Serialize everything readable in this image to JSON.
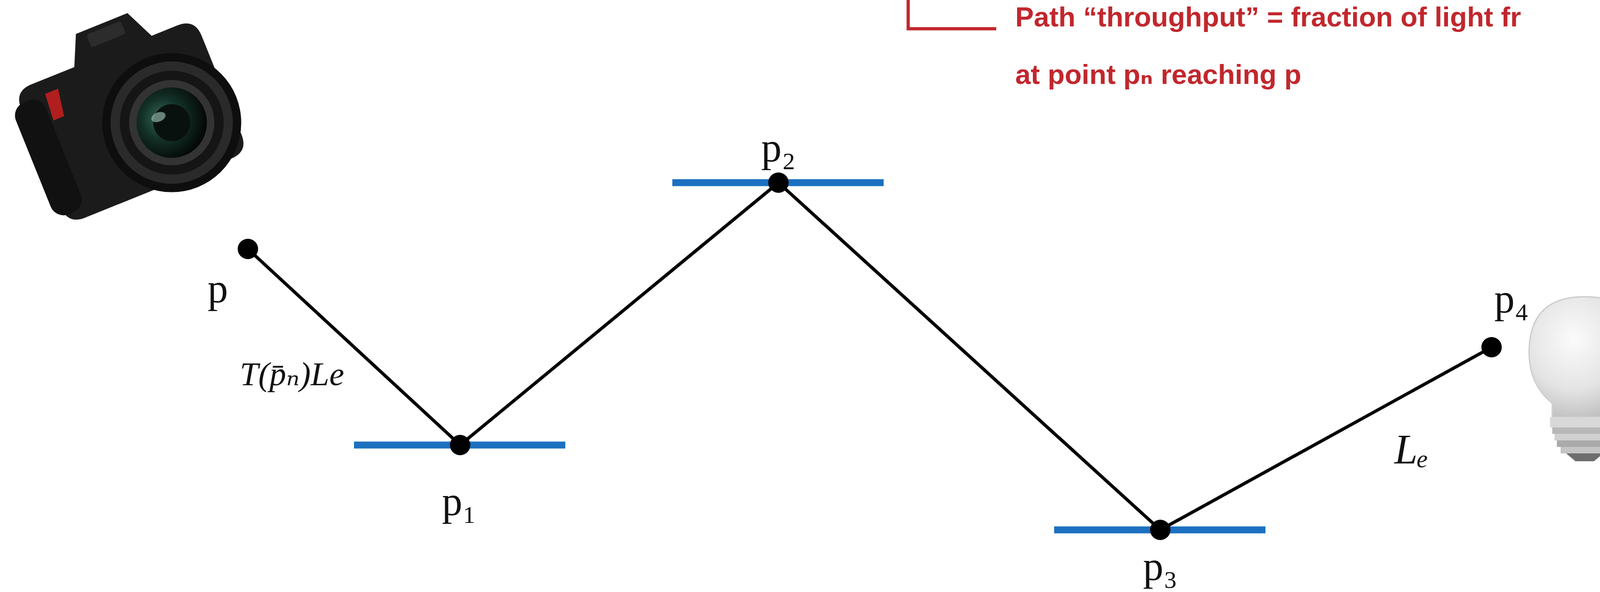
{
  "diagram": {
    "labels": [
      "Path “throughput” = fraction of light fr",
      "at point pₙ reaching p",
      "p₂",
      "p₄",
      "p",
      "T(p̄ₙ)Le",
      "p₁",
      "Lₑ",
      "p₃"
    ]
  }
}
